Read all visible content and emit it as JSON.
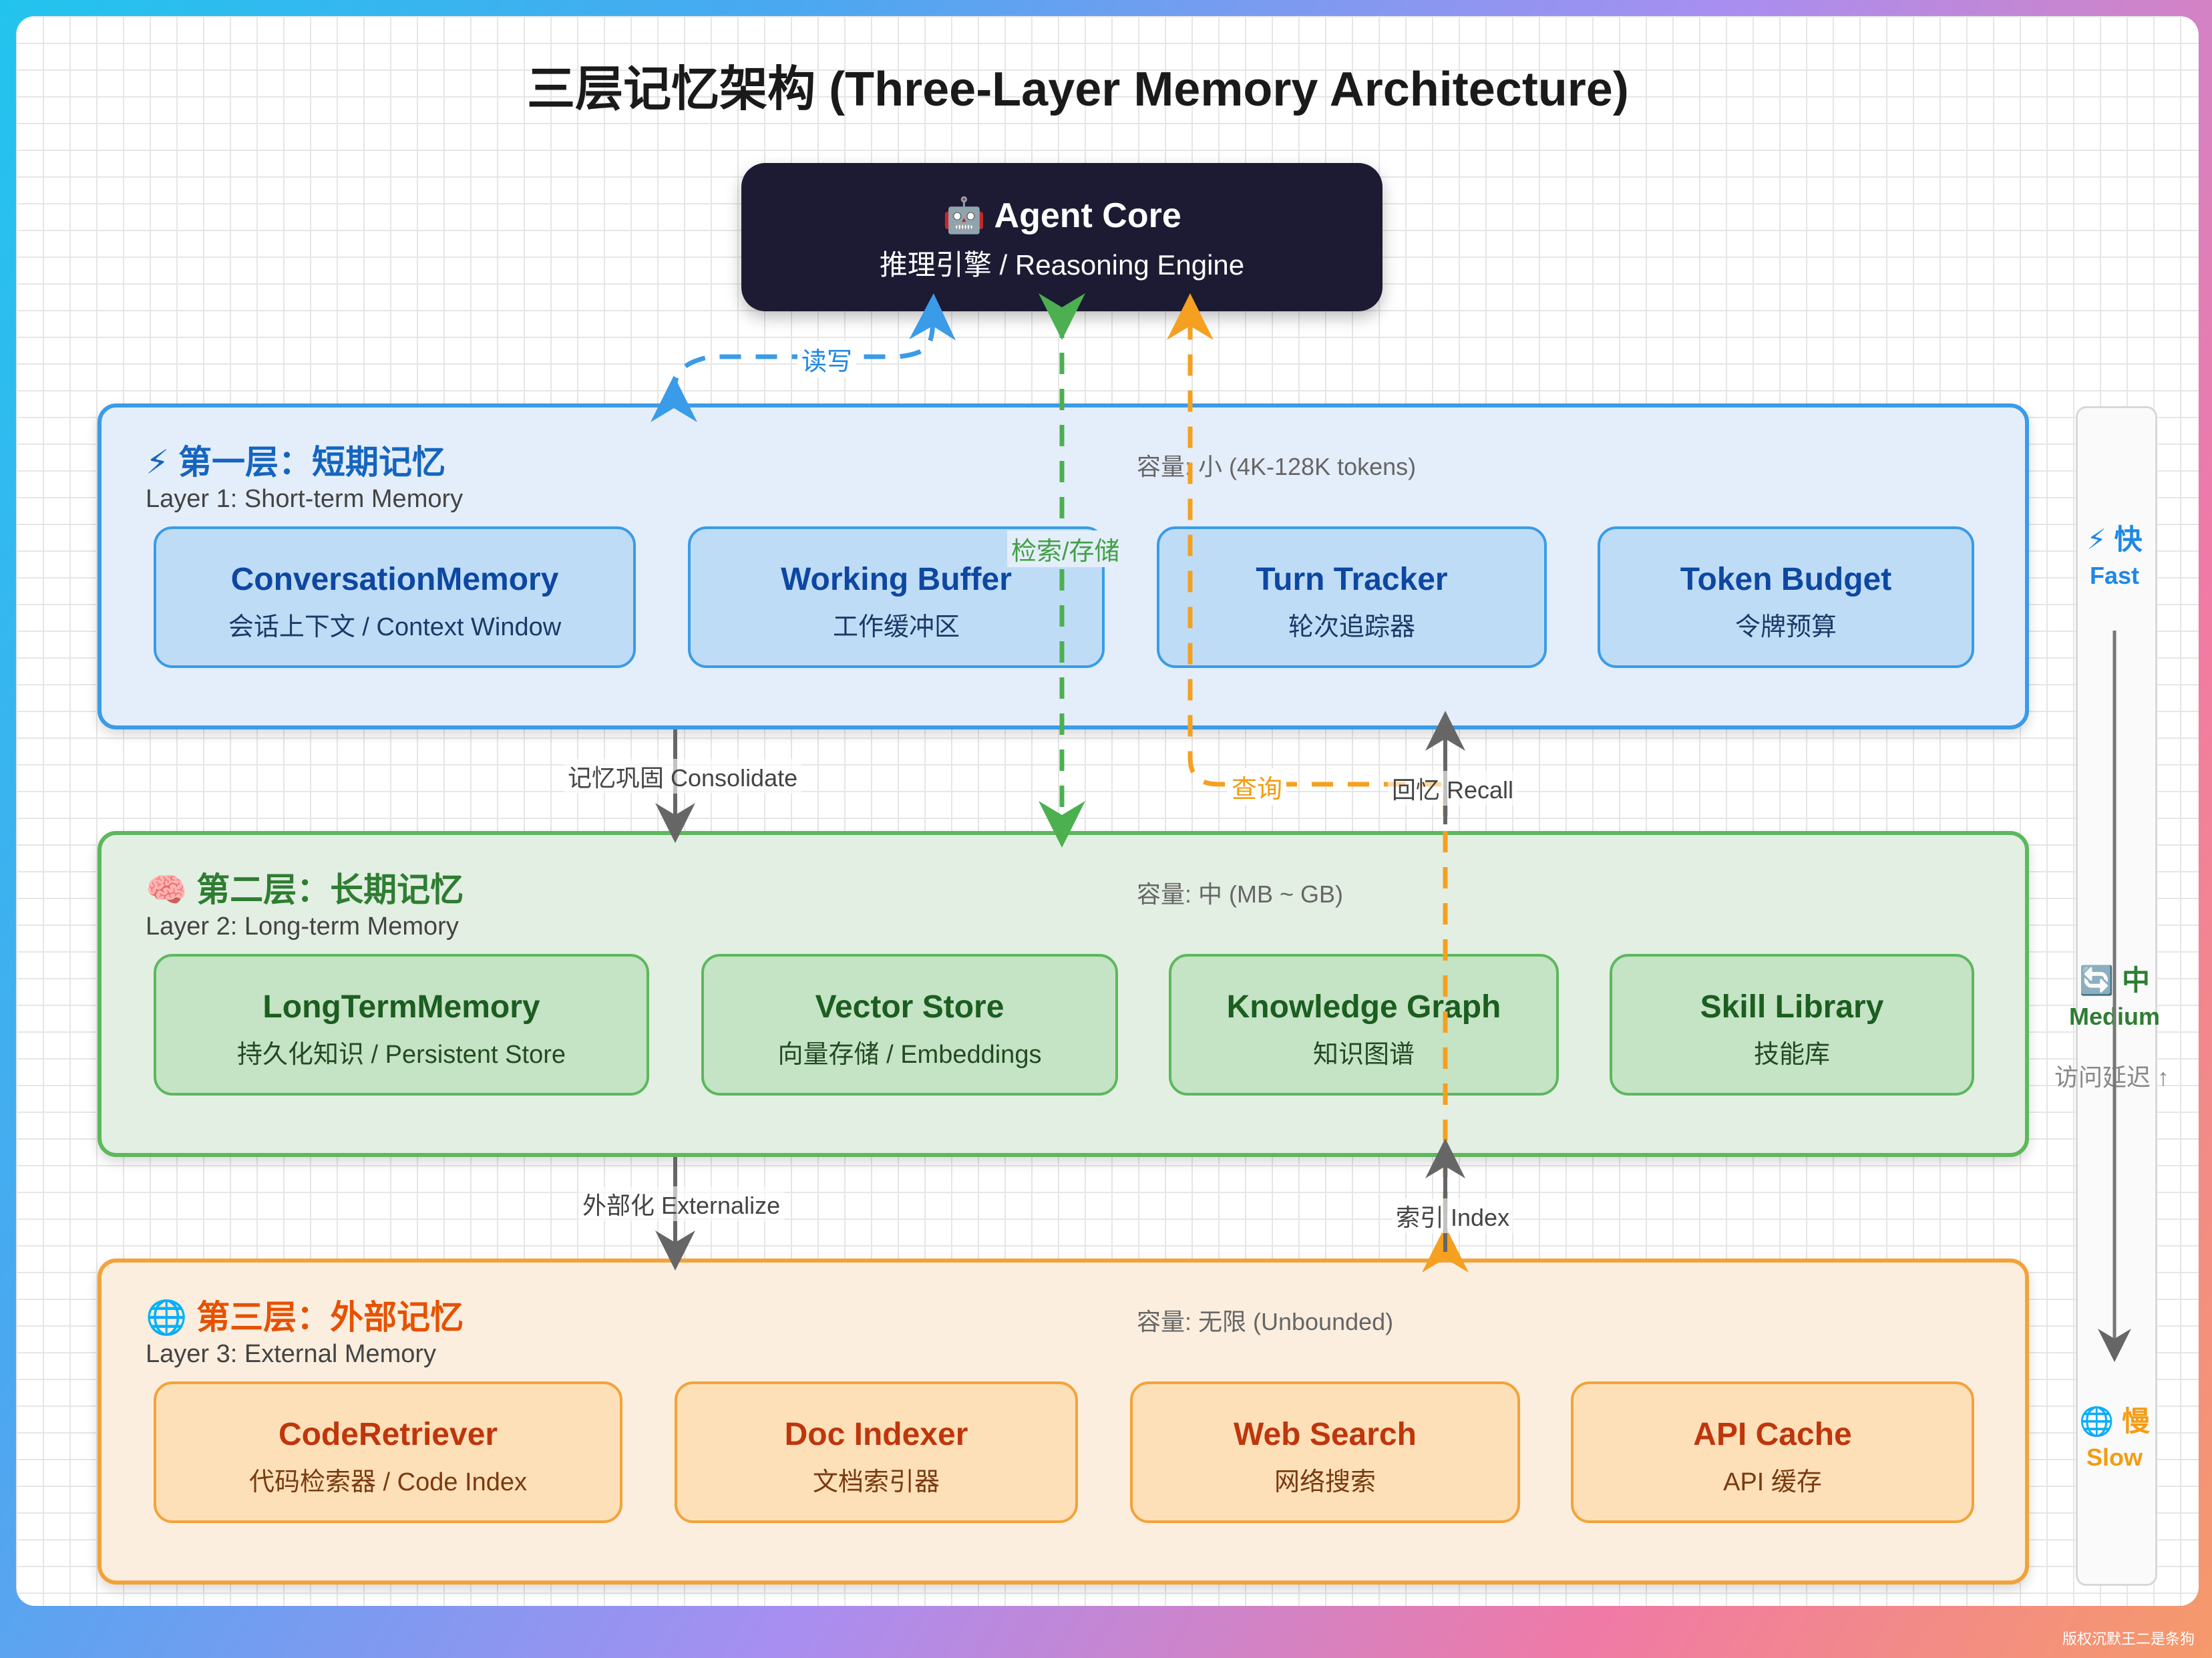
{
  "title": "三层记忆架构 (Three-Layer Memory Architecture)",
  "core": {
    "title": "🤖 Agent Core",
    "subtitle": "推理引擎 / Reasoning Engine"
  },
  "layers": [
    {
      "heading": "⚡ 第一层：短期记忆",
      "sub": "Layer 1: Short-term Memory",
      "capacity": "容量: 小 (4K-128K tokens)",
      "boxes": [
        {
          "title": "ConversationMemory",
          "sub": "会话上下文 / Context Window"
        },
        {
          "title": "Working Buffer",
          "sub": "工作缓冲区"
        },
        {
          "title": "Turn Tracker",
          "sub": "轮次追踪器"
        },
        {
          "title": "Token Budget",
          "sub": "令牌预算"
        }
      ]
    },
    {
      "heading": "🧠 第二层：长期记忆",
      "sub": "Layer 2: Long-term Memory",
      "capacity": "容量: 中 (MB ~ GB)",
      "boxes": [
        {
          "title": "LongTermMemory",
          "sub": "持久化知识 / Persistent Store"
        },
        {
          "title": "Vector Store",
          "sub": "向量存储 / Embeddings"
        },
        {
          "title": "Knowledge Graph",
          "sub": "知识图谱"
        },
        {
          "title": "Skill Library",
          "sub": "技能库"
        }
      ]
    },
    {
      "heading": "🌐 第三层：外部记忆",
      "sub": "Layer 3: External Memory",
      "capacity": "容量: 无限 (Unbounded)",
      "boxes": [
        {
          "title": "CodeRetriever",
          "sub": "代码检索器 / Code Index"
        },
        {
          "title": "Doc Indexer",
          "sub": "文档索引器"
        },
        {
          "title": "Web Search",
          "sub": "网络搜索"
        },
        {
          "title": "API Cache",
          "sub": "API 缓存"
        }
      ]
    }
  ],
  "edges": {
    "readwrite": "读写",
    "retrieve_store": "检索/存储",
    "query": "查询",
    "consolidate": "记忆巩固 Consolidate",
    "recall": "回忆 Recall",
    "externalize": "外部化 Externalize",
    "index": "索引 Index"
  },
  "speed": {
    "fast_cn": "⚡ 快",
    "fast_en": "Fast",
    "medium_cn": "🔄 中",
    "medium_en": "Medium",
    "slow_cn": "🌐 慢",
    "slow_en": "Slow",
    "latency": "访问延迟 ↑"
  },
  "watermark": "版权沉默王二是条狗",
  "colors": {
    "blue": "#3a9be8",
    "green": "#4caf50",
    "orange": "#f5a020",
    "gray": "#666666",
    "core": "#1c1b33"
  }
}
